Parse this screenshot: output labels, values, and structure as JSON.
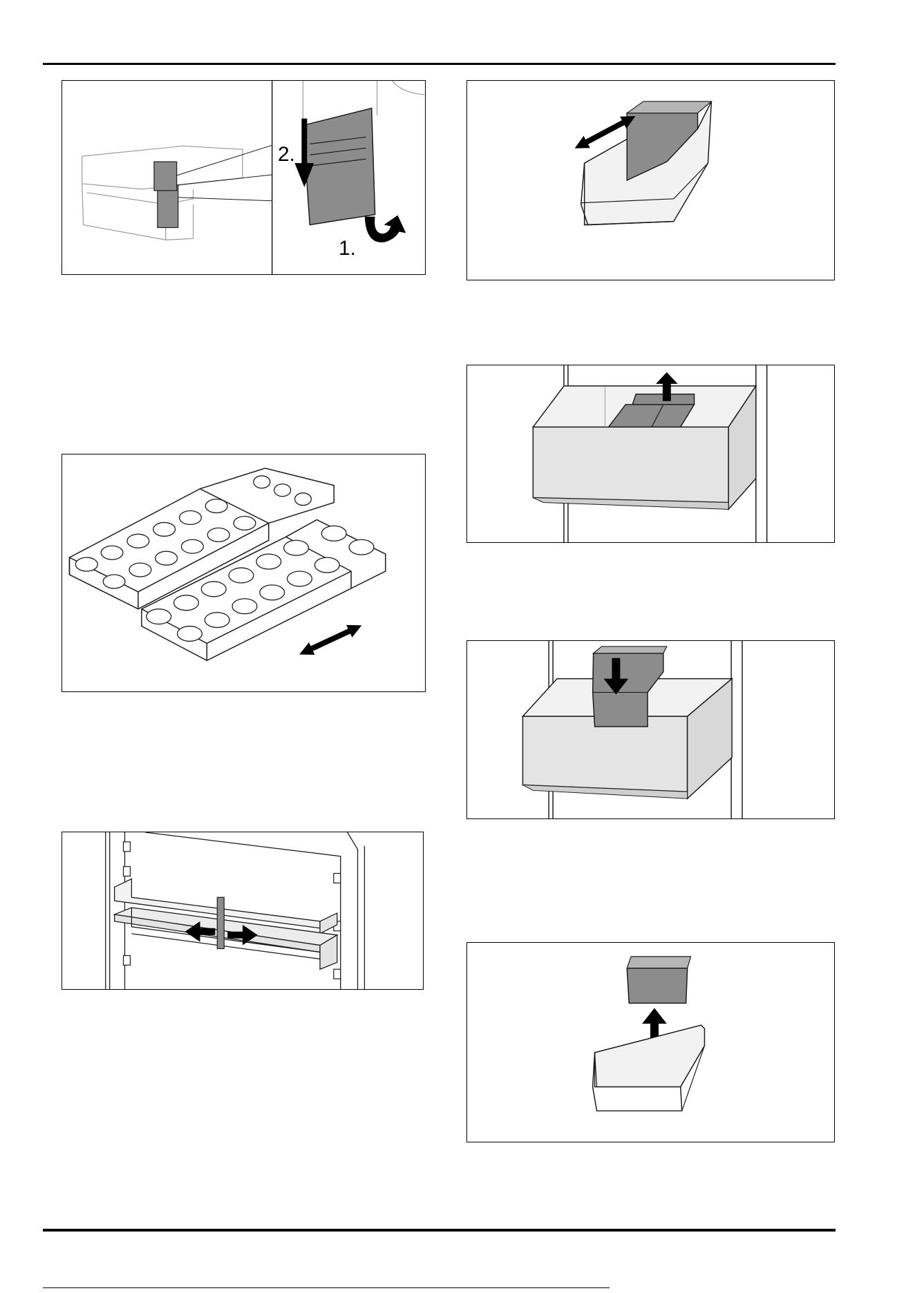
{
  "page": {
    "figures": [
      {
        "id": "drawer-divider",
        "callouts": [
          "2.",
          "1."
        ]
      },
      {
        "id": "small-bin-slide",
        "callouts": []
      },
      {
        "id": "drawer-insert-remove",
        "callouts": []
      },
      {
        "id": "egg-trays",
        "callouts": []
      },
      {
        "id": "drawer-insert-place",
        "callouts": []
      },
      {
        "id": "shelf-divider",
        "callouts": []
      },
      {
        "id": "bin-insert-lift",
        "callouts": []
      }
    ]
  },
  "colors": {
    "rule": "#000000",
    "part_dark": "#8c8c8c",
    "part_light": "#e4e4e4",
    "line": "#1a1a1a",
    "arrow": "#000000"
  }
}
